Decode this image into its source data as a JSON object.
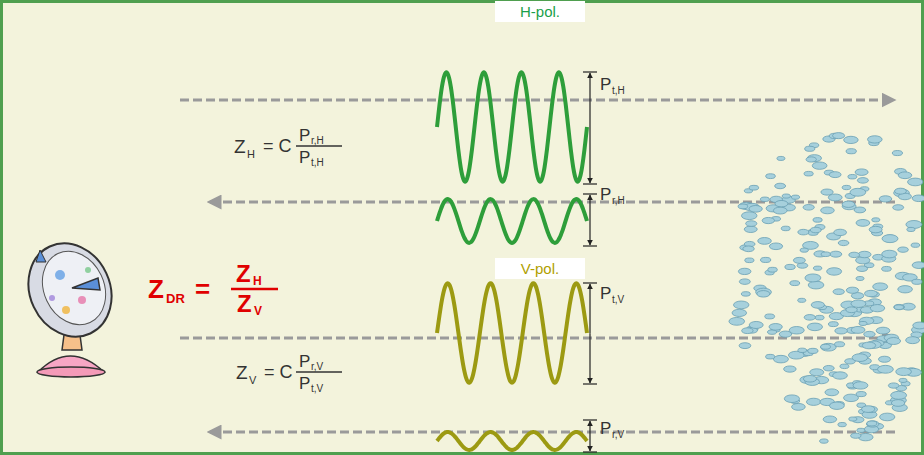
{
  "diagram": {
    "nodes": [
      {
        "text": [
          "H-pol."
        ]
      },
      {
        "text": [
          "V-pol."
        ]
      }
    ],
    "labels": [
      "Z",
      "H",
      "= C",
      "P",
      "r,H",
      "P",
      "t,H",
      "Z",
      "DR",
      "=",
      "Z",
      "H",
      "Z",
      "V",
      "Z",
      "V",
      "= C",
      "P",
      "r,V",
      "P",
      "t,V",
      "P",
      "t,H",
      "P",
      "r,H",
      "P",
      "t,V",
      "P",
      "r,V"
    ]
  }
}
